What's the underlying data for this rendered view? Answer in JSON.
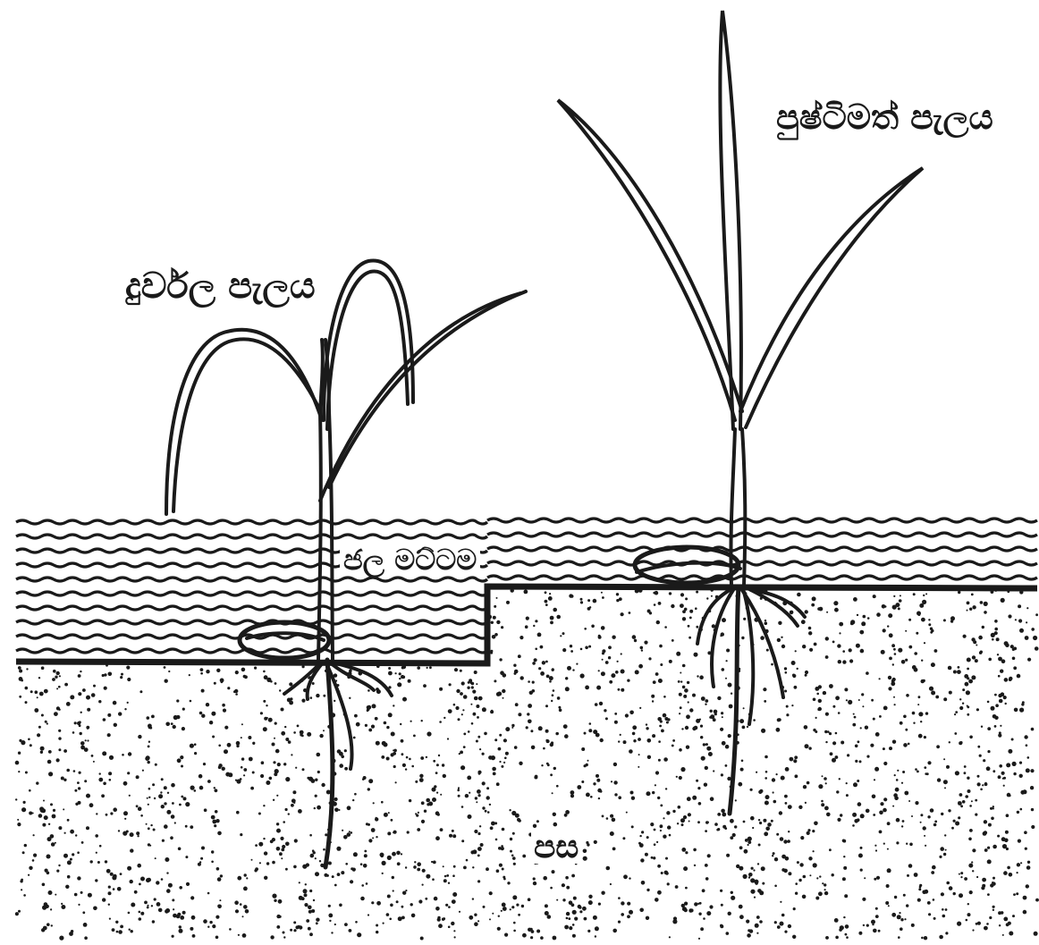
{
  "labels": {
    "weak_seedling": "දුර්වල පැලය",
    "healthy_seedling": "පුෂ්ටිමත් පැලය",
    "water_level": "ජල මට්ටම",
    "soil": "පස"
  },
  "colors": {
    "ink": "#1a1a1a",
    "paper": "#ffffff"
  }
}
